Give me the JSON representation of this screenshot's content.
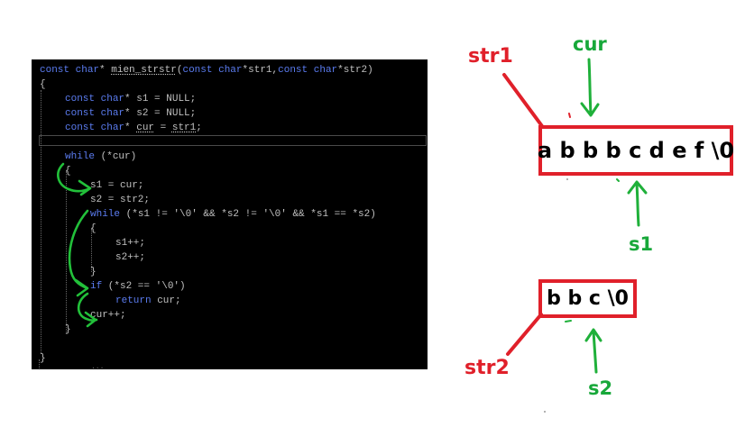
{
  "code": {
    "l1": {
      "kw_const": "const",
      "kw_char": "char",
      "ptr": "*",
      "fname": "mien_strstr",
      "open": "(",
      "kw_const2": "const",
      "kw_char2": "char",
      "arg1": "*str1,",
      "kw_const3": "const",
      "kw_char3": "char",
      "arg2": "*str2)"
    },
    "l2": "{",
    "l3": {
      "kw_const": "const",
      "kw_char": "char",
      "rest": "* s1 = NULL;"
    },
    "l4": {
      "kw_const": "const",
      "kw_char": "char",
      "rest": "* s2 = NULL;"
    },
    "l5": {
      "kw_const": "const",
      "kw_char": "char",
      "star": "* ",
      "cur": "cur",
      "mid": " = ",
      "str1": "str1",
      "end": ";"
    },
    "l6": "",
    "l7": {
      "kw_while": "while",
      "rest": " (*cur)"
    },
    "l8": "{",
    "l9": "s1 = cur;",
    "l10": "s2 = str2;",
    "l11": {
      "kw_while": "while",
      "rest": " (*s1 != '\\0' && *s2 != '\\0' && *s1 == *s2)"
    },
    "l12": "{",
    "l13": "s1++;",
    "l14": "s2++;",
    "l15": "}",
    "l16": {
      "kw_if": "if",
      "rest": " (*s2 == '\\0')"
    },
    "l17": {
      "kw_return": "return",
      "rest": " cur;"
    },
    "l18": "cur++;",
    "l19": "}",
    "l20": "}",
    "l21": "..."
  },
  "diagram": {
    "str1_box_text": "a b b b c d e f \\0",
    "str2_box_text": "b b c \\0",
    "label_str1": "str1",
    "label_str2": "str2",
    "label_cur": "cur",
    "label_s1": "s1",
    "label_s2": "s2"
  },
  "colors": {
    "editor_bg": "#000000",
    "keyword": "#5b7cf0",
    "code_text": "#c0c0c0",
    "red": "#e0202a",
    "green": "#18a83a"
  }
}
